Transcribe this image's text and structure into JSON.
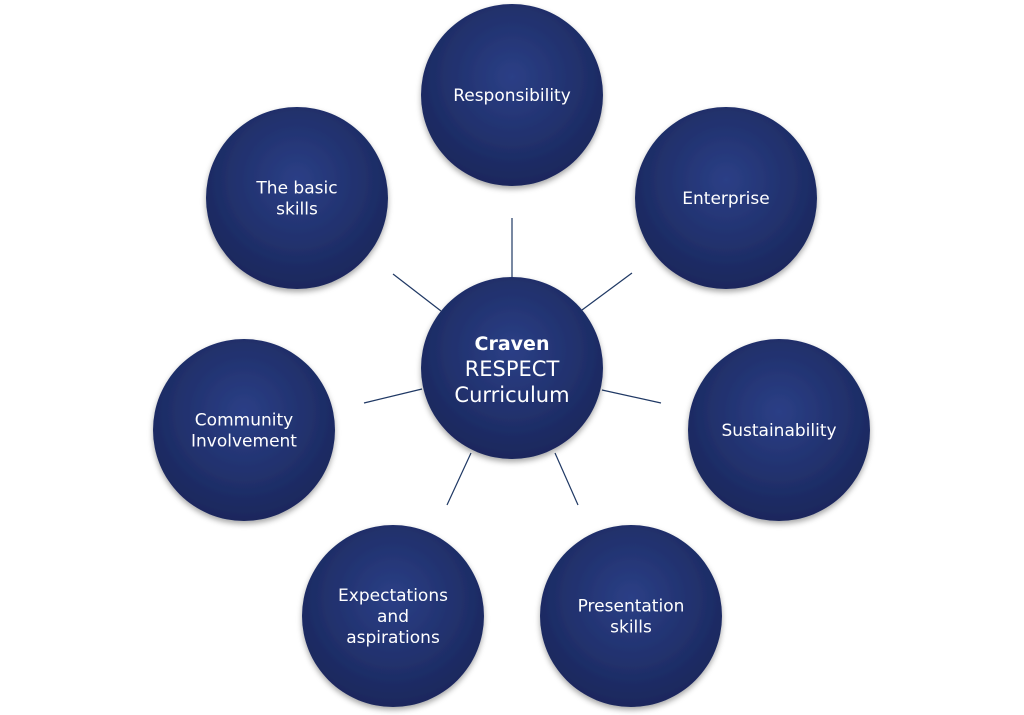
{
  "diagram": {
    "center": {
      "lines": [
        "Craven",
        "RESPECT",
        "Curriculum"
      ]
    },
    "nodes": [
      {
        "id": "responsibility",
        "lines": [
          "Responsibility"
        ]
      },
      {
        "id": "enterprise",
        "lines": [
          "Enterprise"
        ]
      },
      {
        "id": "sustainability",
        "lines": [
          "Sustainability"
        ]
      },
      {
        "id": "presentation-skills",
        "lines": [
          "Presentation",
          "skills"
        ]
      },
      {
        "id": "expectations-aspirations",
        "lines": [
          "Expectations",
          "and",
          "aspirations"
        ]
      },
      {
        "id": "community-involvement",
        "lines": [
          "Community",
          "Involvement"
        ]
      },
      {
        "id": "basic-skills",
        "lines": [
          "The basic",
          "skills"
        ]
      }
    ],
    "colors": {
      "circle_fill": "#1f2f6b",
      "circle_highlight": "#2b3f86",
      "connector": "#1f3864",
      "text": "#ffffff"
    }
  }
}
